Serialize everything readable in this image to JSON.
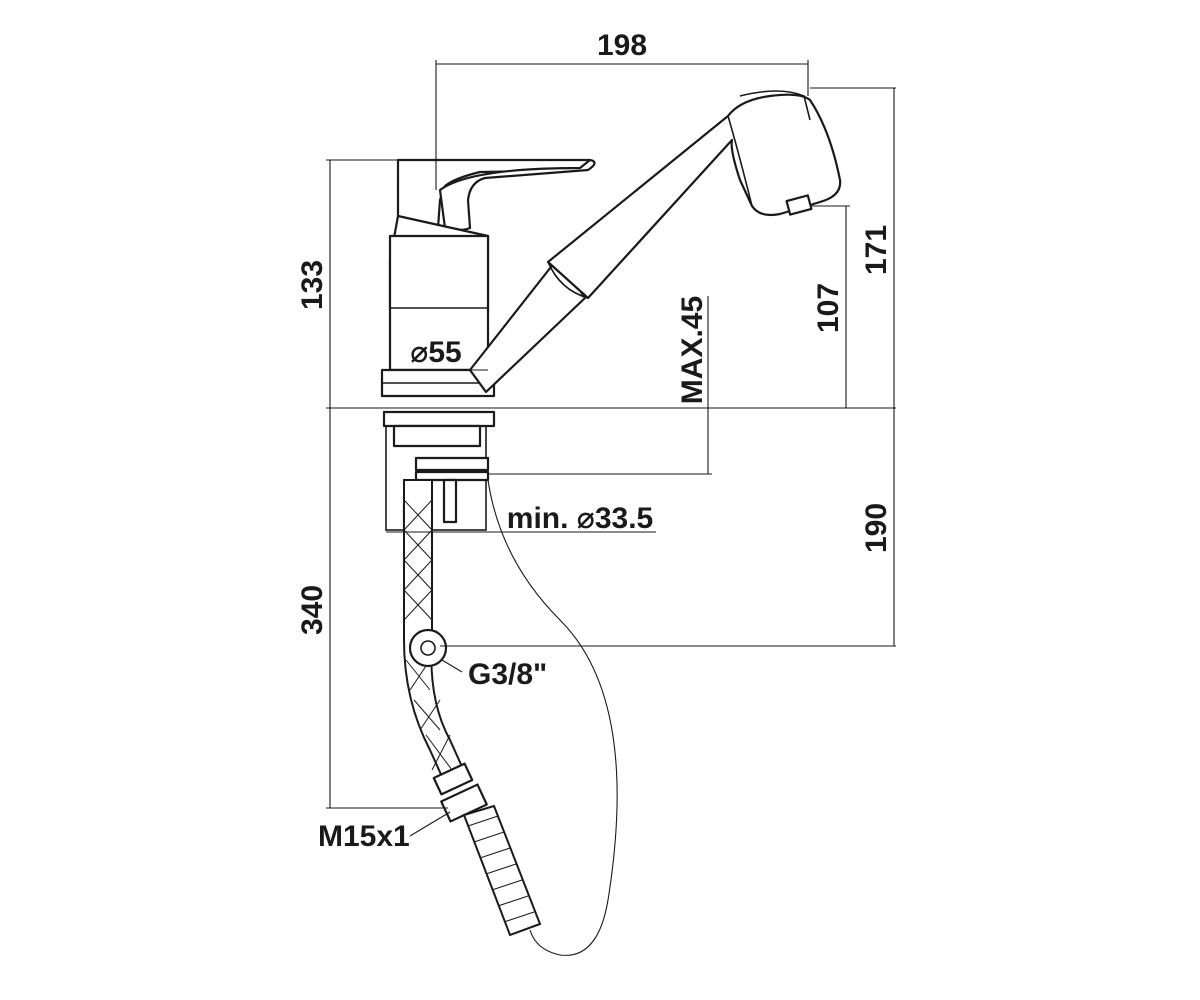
{
  "dimensions": {
    "width_overall": "198",
    "height_lever": "133",
    "height_spout_outlet": "107",
    "height_spout_top": "171",
    "base_diameter": "⌀55",
    "deck_thickness_max": "MAX.45",
    "hole_diameter_min": "min. ⌀33.5",
    "connection_height": "190",
    "hose_length": "340",
    "inlet_thread": "G3/8\"",
    "hose_thread": "M15x1"
  },
  "colors": {
    "line": "#1a1a1a",
    "background": "#ffffff"
  }
}
